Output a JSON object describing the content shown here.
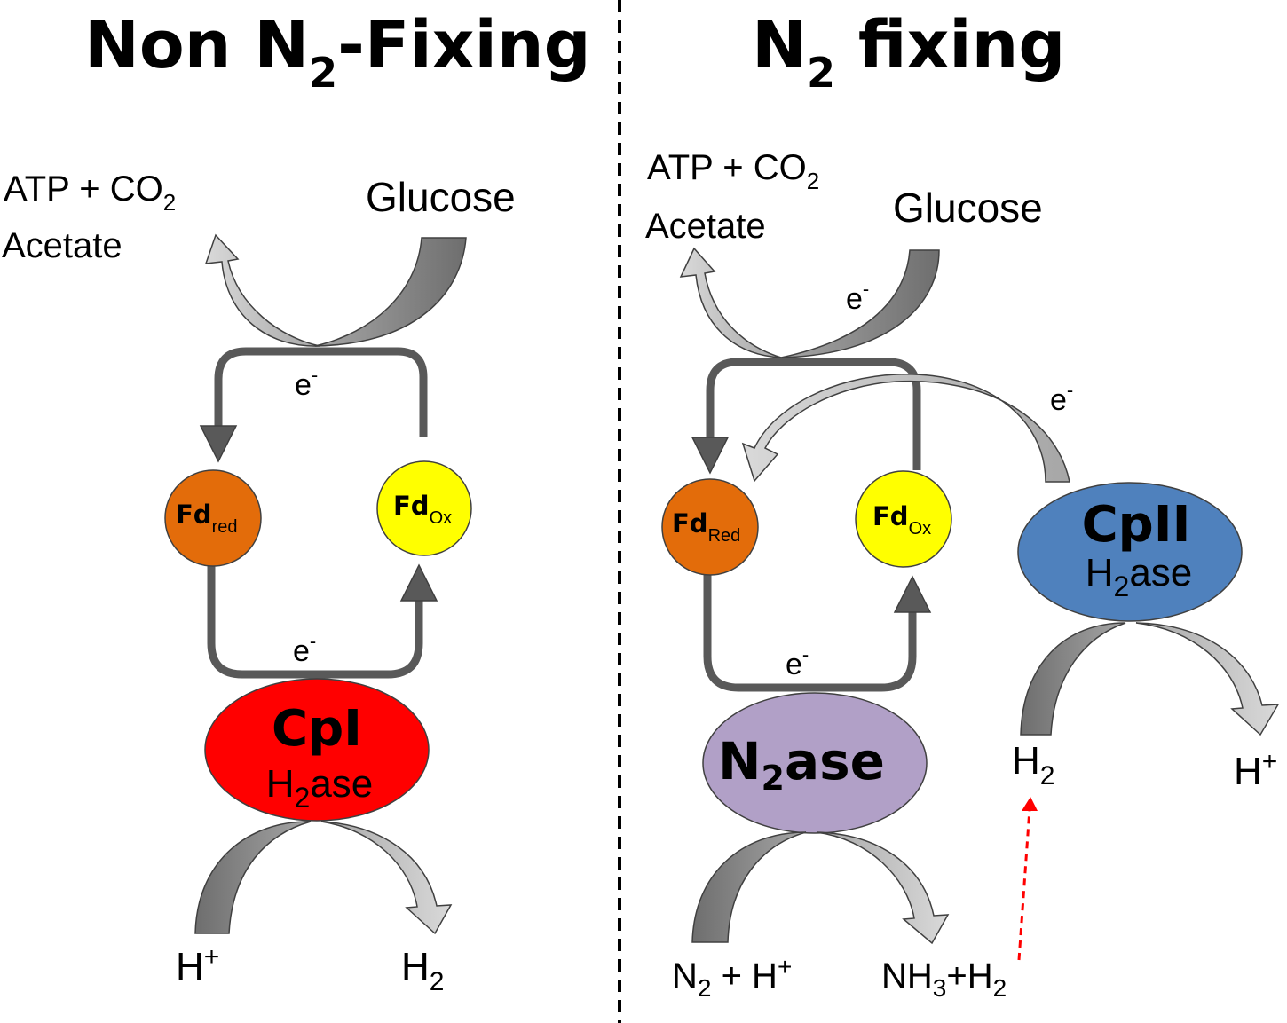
{
  "left": {
    "title_main": "Non N",
    "title_sub": "2",
    "title_tail": "-Fixing",
    "products_line1_a": "ATP +  CO",
    "products_line1_sub": "2",
    "products_line2": "Acetate",
    "substrate": "Glucose",
    "electron_top": "e",
    "electron_bottom": "e",
    "electron_sup": "-",
    "fd_reduced": "Fd",
    "fd_reduced_sub": "red",
    "fd_oxidized": "Fd",
    "fd_oxidized_sub": "Ox",
    "enzyme_name": "CpI",
    "enzyme_line2_a": "H",
    "enzyme_line2_sub": "2",
    "enzyme_line2_b": "ase",
    "input_a": "H",
    "input_sup": "+",
    "output_a": "H",
    "output_sub": "2"
  },
  "right": {
    "title_main": "N",
    "title_sub": "2",
    "title_tail": " fixing",
    "products_line1_a": "ATP +  CO",
    "products_line1_sub": "2",
    "products_line2": "Acetate",
    "substrate": "Glucose",
    "electron_glucose": "e",
    "electron_cpii": "e",
    "electron_bottom": "e",
    "electron_sup": "-",
    "fd_reduced": "Fd",
    "fd_reduced_sub": "Red",
    "fd_oxidized": "Fd",
    "fd_oxidized_sub": "Ox",
    "nitrogenase_a": "N",
    "nitrogenase_sub": "2",
    "nitrogenase_b": "ase",
    "cpii_name": "CpII",
    "cpii_line2_a": "H",
    "cpii_line2_sub": "2",
    "cpii_line2_b": "ase",
    "n2_input_a": "N",
    "n2_input_sub": "2",
    "n2_input_b": " + H",
    "n2_input_sup": "+",
    "n2_output_a": "NH",
    "n2_output_sub": "3",
    "n2_output_b": "+H",
    "n2_output_sub2": "2",
    "cpii_input_a": "H",
    "cpii_input_sub": "2",
    "cpii_output_a": "H",
    "cpii_output_sup": "+"
  },
  "colors": {
    "fd_reduced": "#E36C0A",
    "fd_oxidized": "#FFFF00",
    "cpi": "#FF0000",
    "nitrogenase": "#B1A0C7",
    "cpii": "#4F81BD",
    "arrow_dark": "#595959",
    "arrow_mid": "#8C8C8C",
    "arrow_light": "#C8C8C8",
    "dashed_arrow": "#FF0000"
  }
}
